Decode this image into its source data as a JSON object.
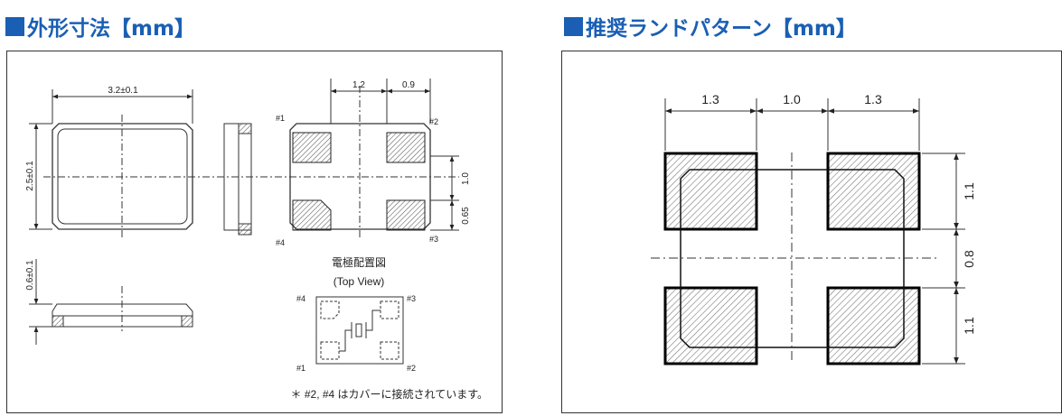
{
  "colors": {
    "heading": "#1a5fb4",
    "line": "#333333",
    "pad_border": "#000000",
    "hatch": "#7a7a7a"
  },
  "left": {
    "heading": "外形寸法【mm】",
    "dims": {
      "width": "3.2±0.1",
      "height": "2.5±0.1",
      "thickness": "0.6±0.1",
      "pad_x1": "1.2",
      "pad_x2": "0.9",
      "pad_y1": "1.0",
      "pad_y2": "0.65"
    },
    "pin_labels": {
      "p1": "#1",
      "p2": "#2",
      "p3": "#3",
      "p4": "#4"
    },
    "electrode_title": "電極配置図",
    "electrode_view": "(Top View)",
    "footnote": "＊ #2, #4 はカバーに接続されています。"
  },
  "right": {
    "heading": "推奨ランドパターン【mm】",
    "dims": {
      "top_left": "1.3",
      "top_mid": "1.0",
      "top_right": "1.3",
      "right_top": "1.1",
      "right_mid": "0.8",
      "right_bottom": "1.1"
    }
  }
}
